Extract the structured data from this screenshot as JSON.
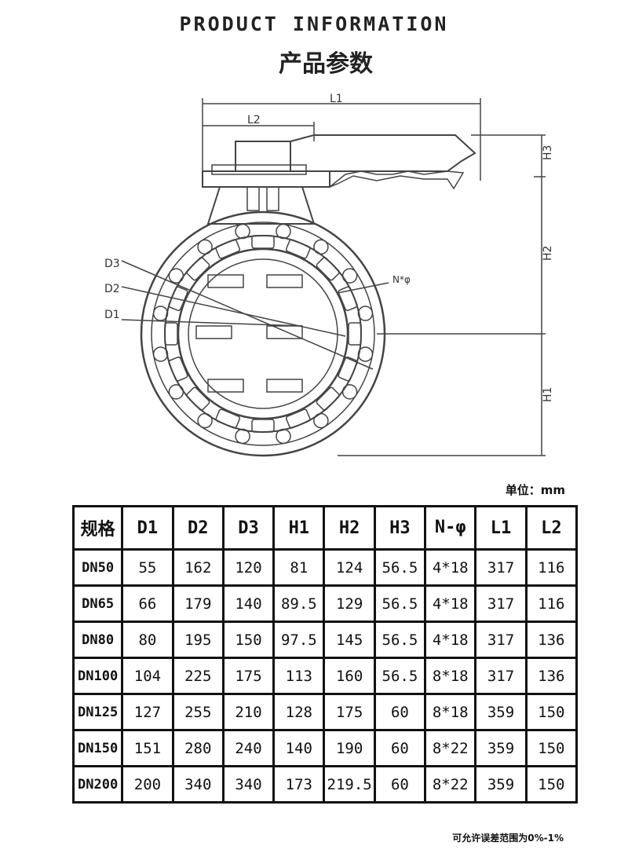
{
  "header": {
    "title_en": "PRODUCT INFORMATION",
    "title_cn": "产品参数"
  },
  "drawing": {
    "labels": {
      "l1": "L1",
      "l2": "L2",
      "h1": "H1",
      "h2": "H2",
      "h3": "H3",
      "d1": "D1",
      "d2": "D2",
      "d3": "D3",
      "nphi": "N*φ"
    }
  },
  "unit_label": "单位：mm",
  "table": {
    "headers": [
      "规格",
      "D1",
      "D2",
      "D3",
      "H1",
      "H2",
      "H3",
      "N-φ",
      "L1",
      "L2"
    ],
    "rows": [
      [
        "DN50",
        "55",
        "162",
        "120",
        "81",
        "124",
        "56.5",
        "4*18",
        "317",
        "116"
      ],
      [
        "DN65",
        "66",
        "179",
        "140",
        "89.5",
        "129",
        "56.5",
        "4*18",
        "317",
        "116"
      ],
      [
        "DN80",
        "80",
        "195",
        "150",
        "97.5",
        "145",
        "56.5",
        "4*18",
        "317",
        "136"
      ],
      [
        "DN100",
        "104",
        "225",
        "175",
        "113",
        "160",
        "56.5",
        "8*18",
        "317",
        "136"
      ],
      [
        "DN125",
        "127",
        "255",
        "210",
        "128",
        "175",
        "60",
        "8*18",
        "359",
        "150"
      ],
      [
        "DN150",
        "151",
        "280",
        "240",
        "140",
        "190",
        "60",
        "8*22",
        "359",
        "150"
      ],
      [
        "DN200",
        "200",
        "340",
        "340",
        "173",
        "219.5",
        "60",
        "8*22",
        "359",
        "150"
      ]
    ]
  },
  "note": "可允许误差范围为0%-1%"
}
